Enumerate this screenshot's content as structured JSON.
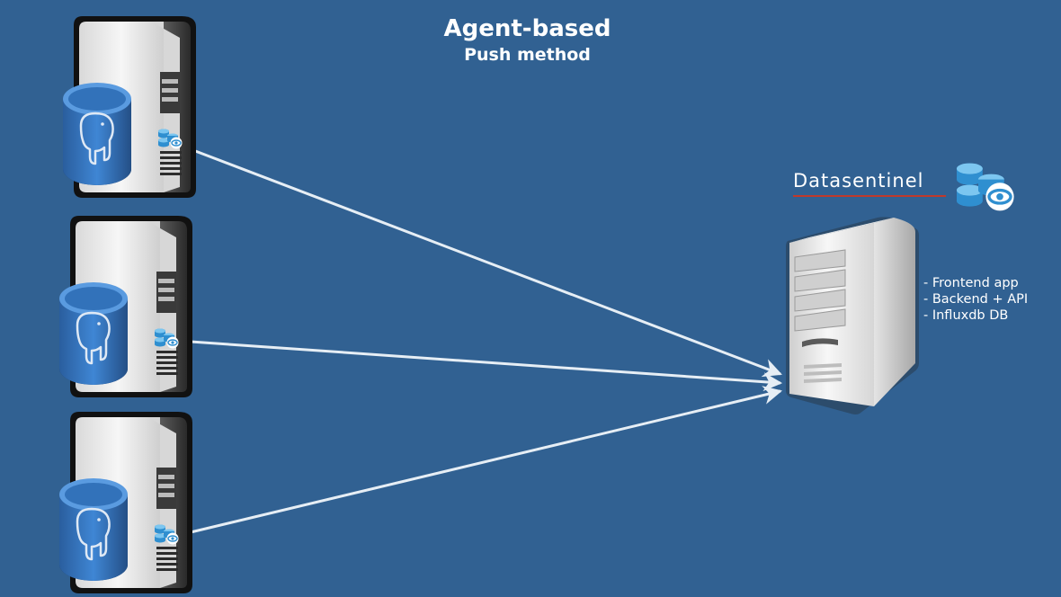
{
  "diagram": {
    "title": "Agent-based",
    "subtitle": "Push method",
    "brand_name": "Datasentinel",
    "server_features": [
      "- Frontend app",
      "- Backend + API",
      "- Influxdb DB"
    ],
    "colors": {
      "background": "#316192",
      "arrow": "#e6eef5",
      "text": "#ffffff",
      "brand_underline": "#c0392b",
      "server_body": "#e9e9e9",
      "db_blue": "#2f6fb8"
    },
    "icons": {
      "database_server": "postgresql-database-server-icon",
      "agent": "datasentinel-agent-icon",
      "central_server": "central-server-icon",
      "logo": "datasentinel-logo-icon"
    }
  }
}
